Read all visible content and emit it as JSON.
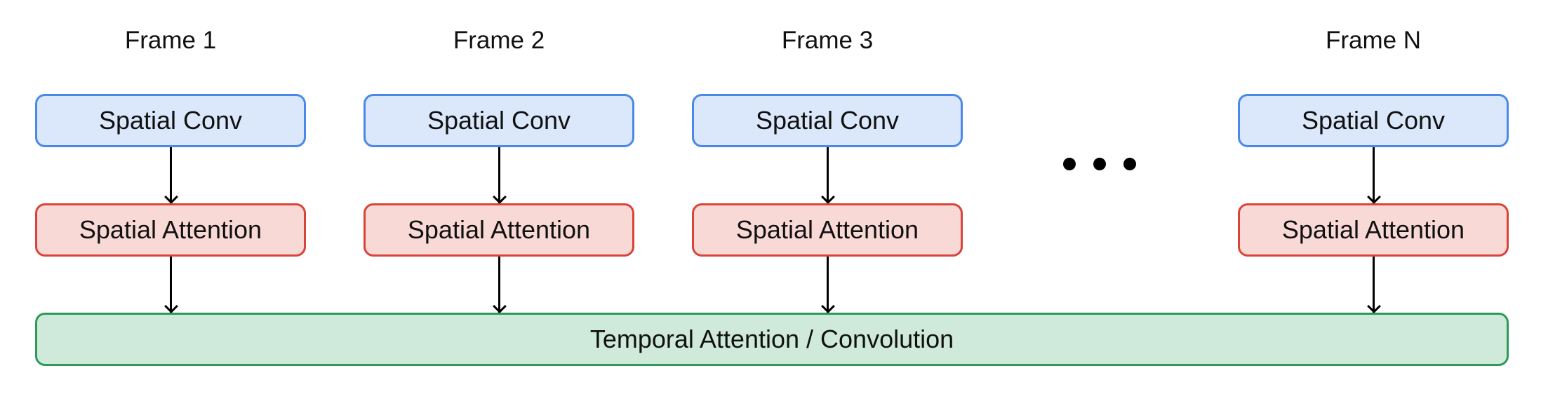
{
  "frames": [
    {
      "title": "Frame 1",
      "conv_label": "Spatial Conv",
      "attn_label": "Spatial Attention"
    },
    {
      "title": "Frame 2",
      "conv_label": "Spatial Conv",
      "attn_label": "Spatial Attention"
    },
    {
      "title": "Frame 3",
      "conv_label": "Spatial Conv",
      "attn_label": "Spatial Attention"
    },
    {
      "title": "Frame N",
      "conv_label": "Spatial Conv",
      "attn_label": "Spatial Attention"
    }
  ],
  "temporal_label": "Temporal Attention / Convolution",
  "colors": {
    "conv_fill": "#dbe8fb",
    "conv_border": "#4a89e8",
    "attn_fill": "#f8d9d6",
    "attn_border": "#d9443a",
    "temporal_fill": "#cfeadb",
    "temporal_border": "#2d9a58"
  }
}
